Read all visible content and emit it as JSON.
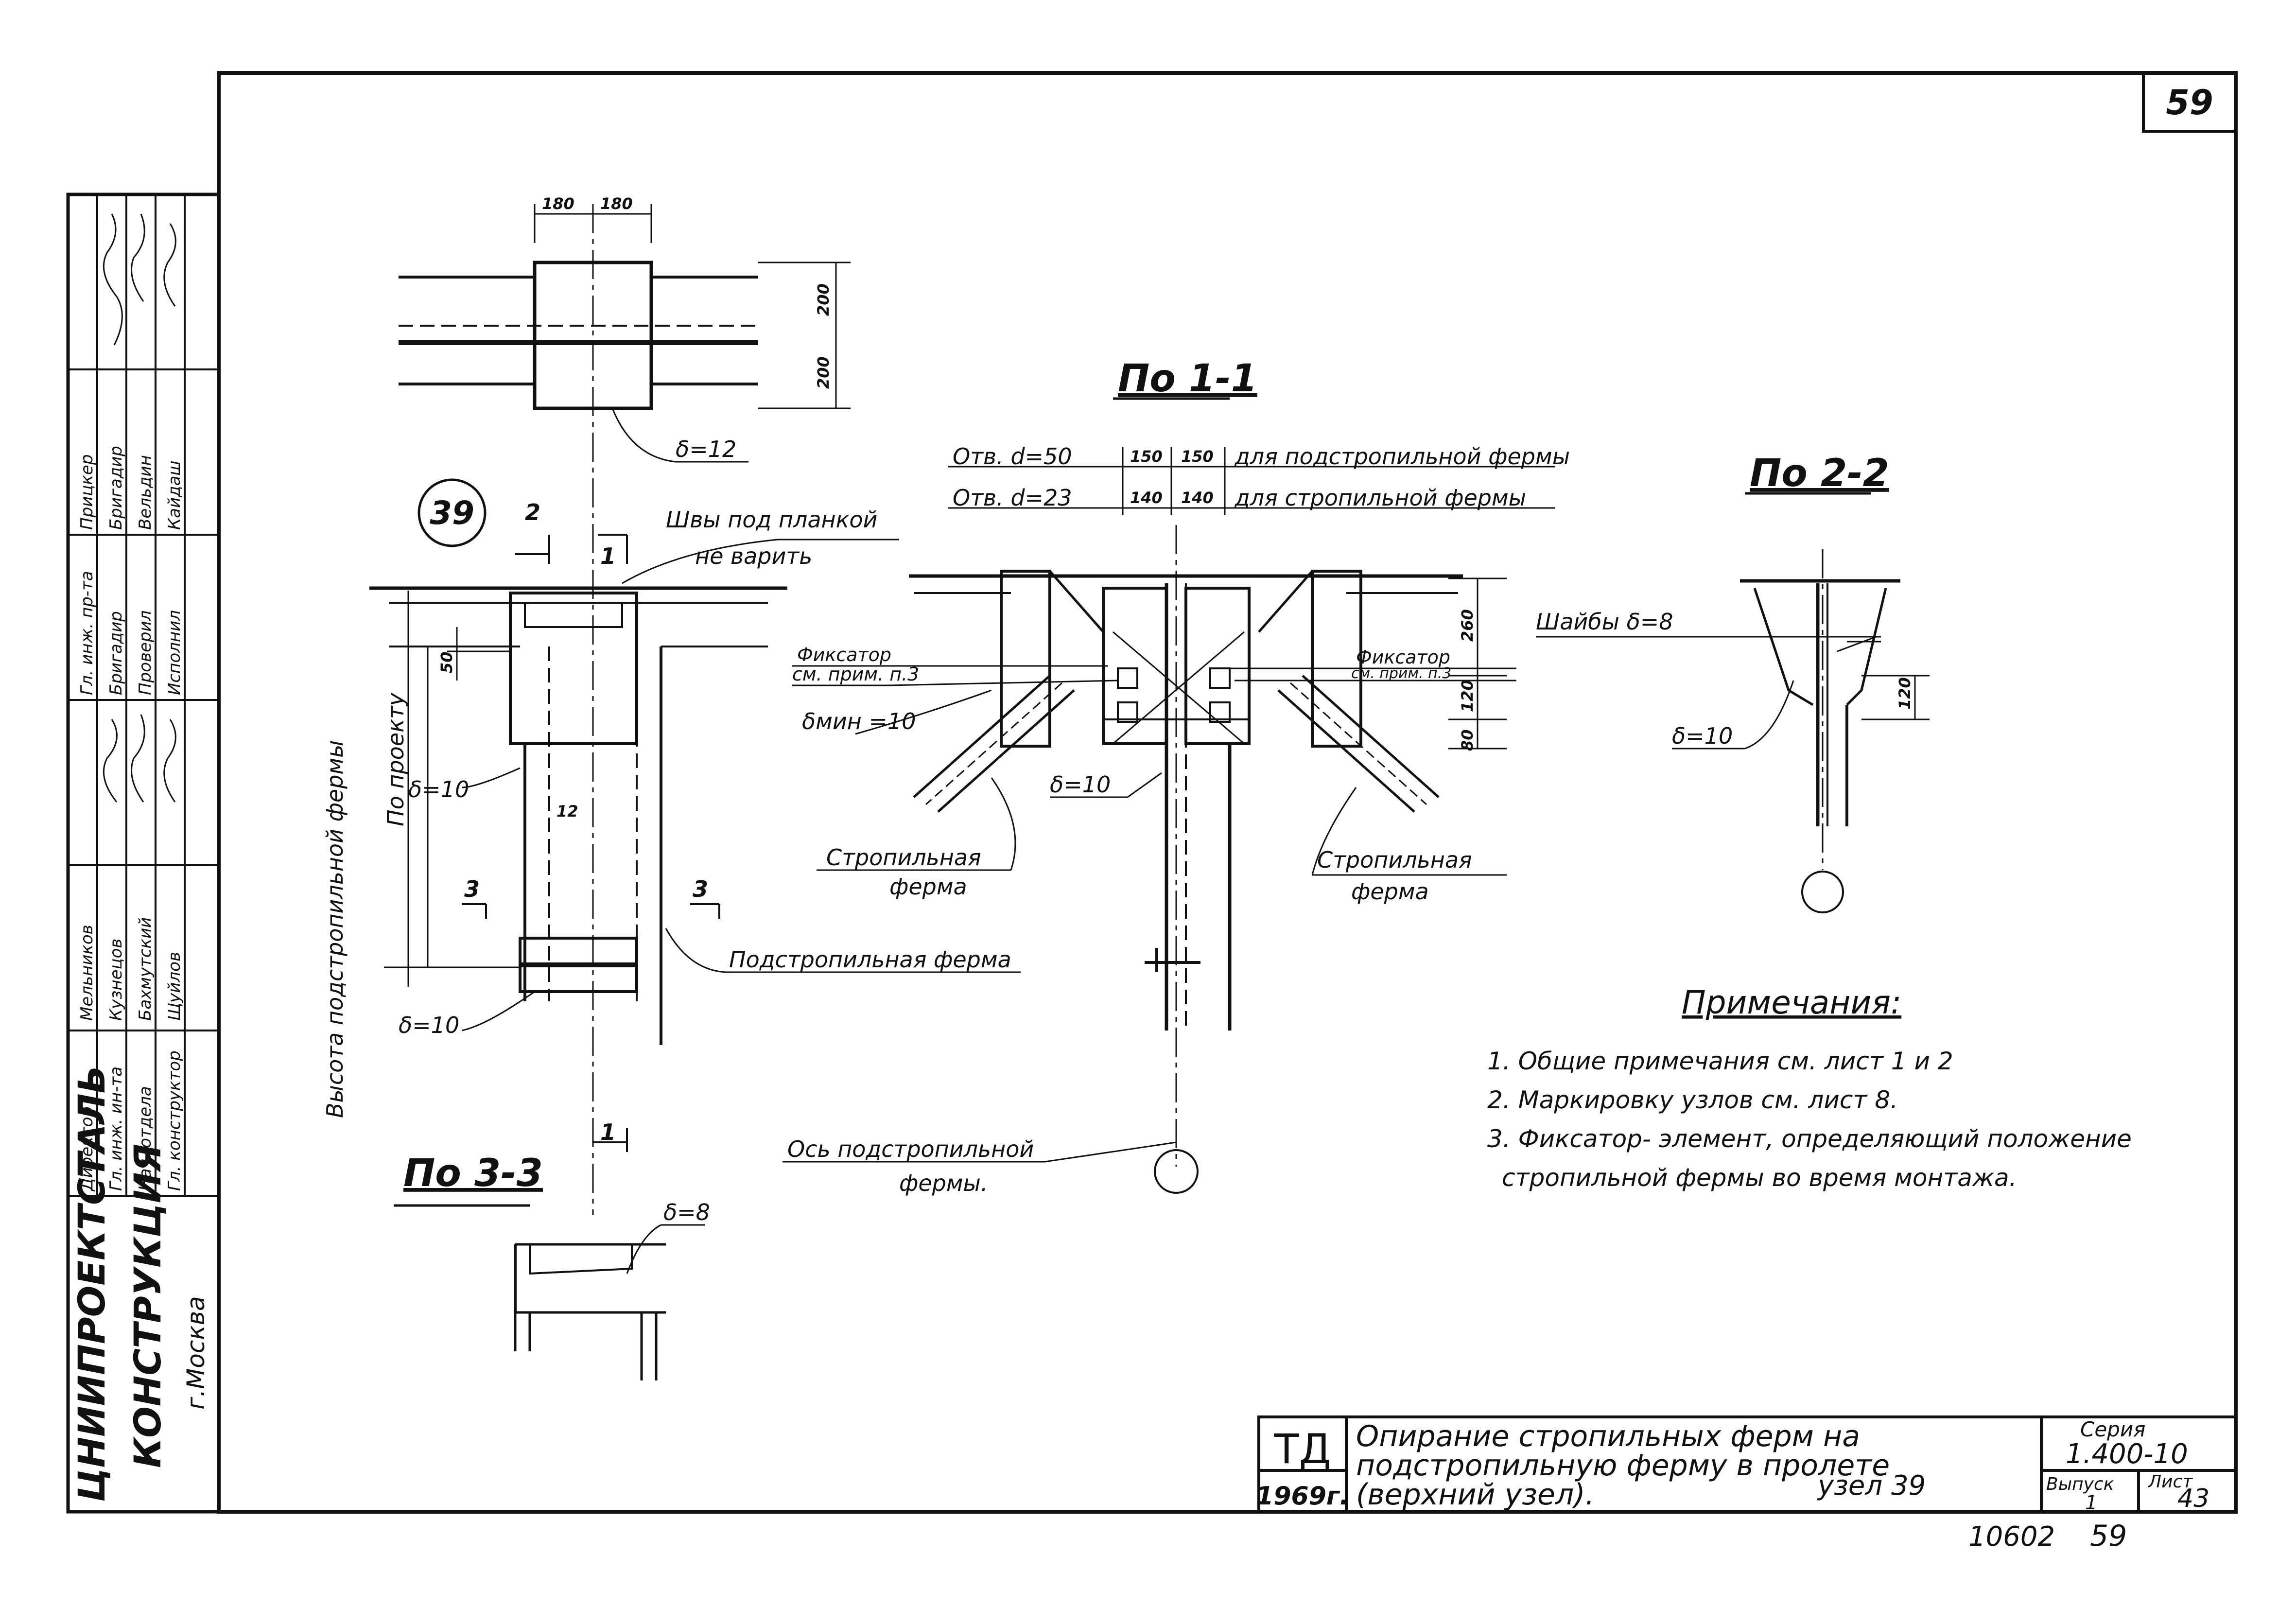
{
  "sheet": {
    "number": "59",
    "archive_number": "10602",
    "page_bottom": "59"
  },
  "stamp": {
    "org_line1": "ЦНИИПРОЕКТСТАЛЬ",
    "org_line2": "КОНСТРУКЦИЯ",
    "city": "г.Москва",
    "positions": [
      "Директор",
      "Гл. инж. ин-та",
      "Нач. отдела",
      "Гл. конструктор",
      "Гл. инж. пр-та",
      "Бригадир",
      "Проверил",
      "Исполнил"
    ],
    "names": [
      "Мельников",
      "Кузнецов",
      "Бахмутский",
      "Щуйлов",
      "Прицкер",
      "Бригадир",
      "Вельдин",
      "Кайдаш"
    ]
  },
  "node": {
    "badge": "39"
  },
  "sections": {
    "s11": "По 1-1",
    "s22": "По 2-2",
    "s33": "По 3-3"
  },
  "cut_marks": {
    "m1": "1",
    "m2": "2",
    "m3": "3"
  },
  "labels": {
    "d12": "δ=12",
    "welds_line1": "Швы под планкой",
    "welds_line2": "не варить",
    "d10_a": "δ=10",
    "d10_b": "δ=10",
    "d10_c": "δ=10",
    "d10_d": "δ=10",
    "d8_a": "δ=8",
    "washers": "Шайбы δ=8",
    "height_truss": "Высота подстропильной фермы",
    "per_project": "По проекту",
    "subtruss_callout": "Подстропильная ферма",
    "holes50": "Отв. d=50",
    "holes23": "Отв. d=23",
    "for_subtruss": "для подстропильной фермы",
    "for_truss": "для стропильной фермы",
    "fixator": "Фиксатор",
    "fixator_ref": "см. прим. п.3",
    "dmin": "δмин =10",
    "rafter_truss": "Стропильная",
    "rafter_truss2": "ферма",
    "axis_line1": "Ось подстропильной",
    "axis_line2": "фермы."
  },
  "dimensions": {
    "d180a": "180",
    "d180b": "180",
    "d200a": "200",
    "d200b": "200",
    "d50": "50",
    "d150a": "150",
    "d150b": "150",
    "d140a": "140",
    "d140b": "140",
    "d260": "260",
    "d120a": "120",
    "d80": "80",
    "d120b": "120",
    "d12": "12"
  },
  "notes": {
    "title": "Примечания:",
    "items": [
      "1. Общие примечания см. лист 1 и 2",
      "2. Маркировку узлов см. лист 8.",
      "3. Фиксатор- элемент, определяющий положение",
      "стропильной фермы во время монтажа."
    ]
  },
  "title_block": {
    "code": "ТД",
    "year": "1969г.",
    "title_line1": "Опирание стропильных ферм на",
    "title_line2": "подстропильную ферму в пролете",
    "title_line3": "(верхний узел).",
    "node_label": "узел 39",
    "series_label": "Серия",
    "series_value": "1.400-10",
    "issue_label": "Выпуск",
    "issue_value": "1",
    "sheet_label": "Лист",
    "sheet_value": "43"
  }
}
